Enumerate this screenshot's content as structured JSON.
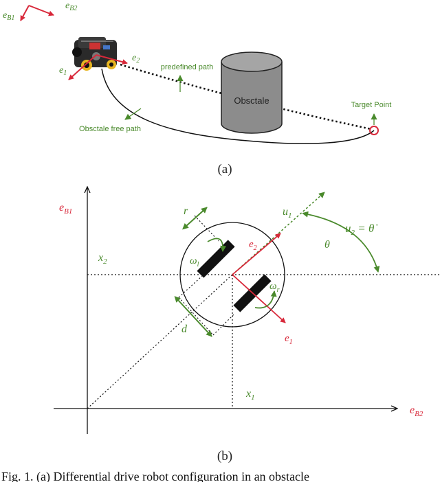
{
  "panel_a": {
    "label": "(a)",
    "e_b1": "e",
    "e_b1_sub": "B1",
    "e_b2": "e",
    "e_b2_sub": "B2",
    "e2": "e",
    "e2_sub": "2",
    "e1": "e",
    "e1_sub": "1",
    "predefined_path": "predefined path",
    "obstacle": "Obsctale",
    "target_point": "Target Point",
    "obstacle_free_path": "Obsctale free path"
  },
  "panel_b": {
    "label": "(b)",
    "e_b1": "e",
    "e_b1_sub": "B1",
    "e_b2": "e",
    "e_b2_sub": "B2",
    "r": "r",
    "u1": "u",
    "u1_sub": "1",
    "e2": "e",
    "e2_sub": "2",
    "u2_eq": "u",
    "u2_sub": "2",
    "u2_rhs": " = θ̇",
    "theta": "θ",
    "omega_l": "ω",
    "omega_l_sub": "l",
    "omega_r": "ω",
    "omega_r_sub": "r",
    "x2": "x",
    "x2_sub": "2",
    "x1": "x",
    "x1_sub": "1",
    "d": "d",
    "e1": "e",
    "e1_sub": "1"
  },
  "caption": "Fig. 1. (a) Differential drive robot configuration in an obstacle",
  "colors": {
    "green": "#4a8a2c",
    "red": "#d8283a",
    "grey": "#8c8c8c"
  }
}
